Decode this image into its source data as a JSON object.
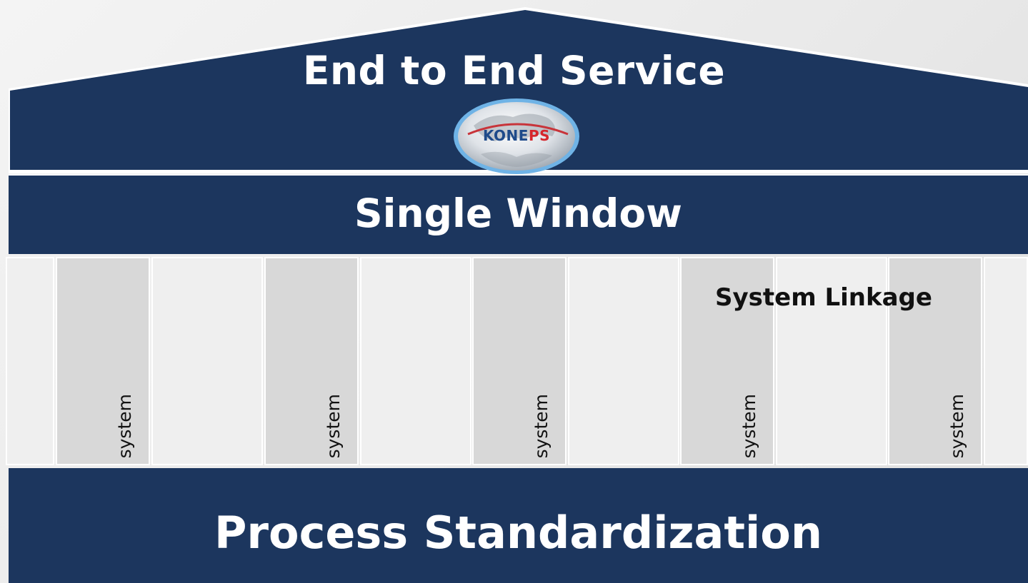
{
  "roof": {
    "title": "End to End Service"
  },
  "logo": {
    "text_part1": "KONE",
    "text_part2": "PS"
  },
  "lintel": {
    "title": "Single Window"
  },
  "pillars": {
    "system_label": "system",
    "linkage_label": "System Linkage"
  },
  "base": {
    "title": "Process Standardization"
  },
  "colors": {
    "navy": "#1c365e",
    "pillar_dark": "#d8d8d8",
    "pillar_light": "#efefef",
    "logo_blue": "#1e4a8a",
    "logo_red": "#d6262c"
  }
}
